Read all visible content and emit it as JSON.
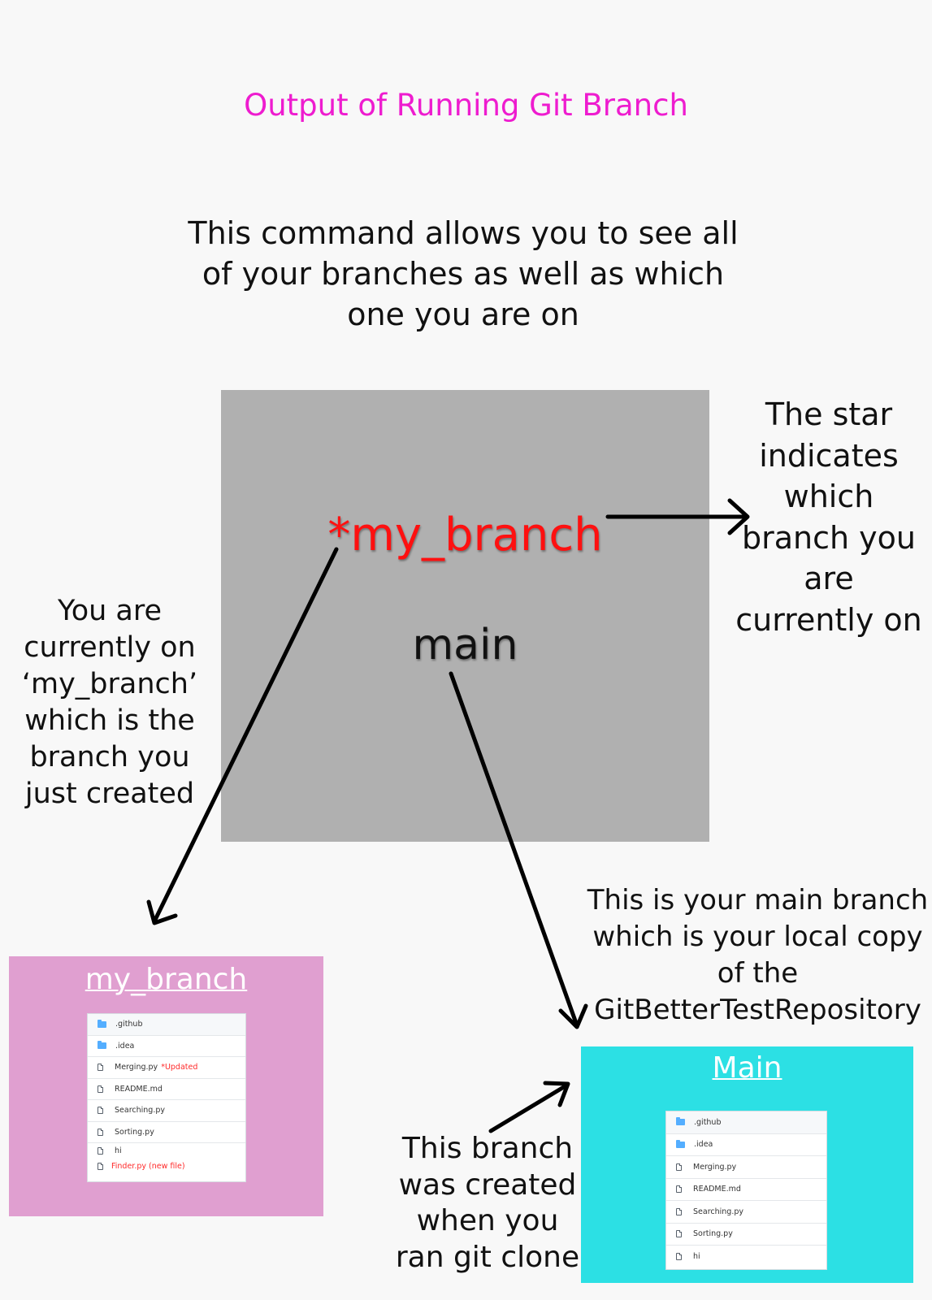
{
  "title": "Output of Running Git Branch",
  "intro": "This command allows you to see all of your branches as well as which one you are on",
  "terminal": {
    "current_branch": "*my_branch",
    "other_branch": "main"
  },
  "notes": {
    "star": "The star indicates which branch you are currently on",
    "left": "You are currently on ‘my_branch’ which is the branch you just created",
    "main": "This is your main branch which is your local copy of the GitBetterTestRepository",
    "clone": "This branch was created when you ran git clone"
  },
  "panels": {
    "my_branch": {
      "title": "my_branch",
      "color": "#e09fd0",
      "files": [
        {
          "name": ".github",
          "type": "folder",
          "tag": ""
        },
        {
          "name": ".idea",
          "type": "folder",
          "tag": ""
        },
        {
          "name": "Merging.py",
          "type": "file",
          "tag": "*Updated"
        },
        {
          "name": "README.md",
          "type": "file",
          "tag": ""
        },
        {
          "name": "Searching.py",
          "type": "file",
          "tag": ""
        },
        {
          "name": "Sorting.py",
          "type": "file",
          "tag": ""
        },
        {
          "name": "hi",
          "type": "file",
          "tag": ""
        },
        {
          "name": "Finder.py (new file)",
          "type": "file-new",
          "tag": ""
        }
      ]
    },
    "main": {
      "title": "Main",
      "color": "#2ce0e4",
      "files": [
        {
          "name": ".github",
          "type": "folder"
        },
        {
          "name": ".idea",
          "type": "folder"
        },
        {
          "name": "Merging.py",
          "type": "file"
        },
        {
          "name": "README.md",
          "type": "file"
        },
        {
          "name": "Searching.py",
          "type": "file"
        },
        {
          "name": "Sorting.py",
          "type": "file"
        },
        {
          "name": "hi",
          "type": "file"
        }
      ]
    }
  },
  "colors": {
    "title": "#ee1ccf",
    "current_branch": "#ff1010",
    "terminal_bg": "#b0b0b0"
  }
}
